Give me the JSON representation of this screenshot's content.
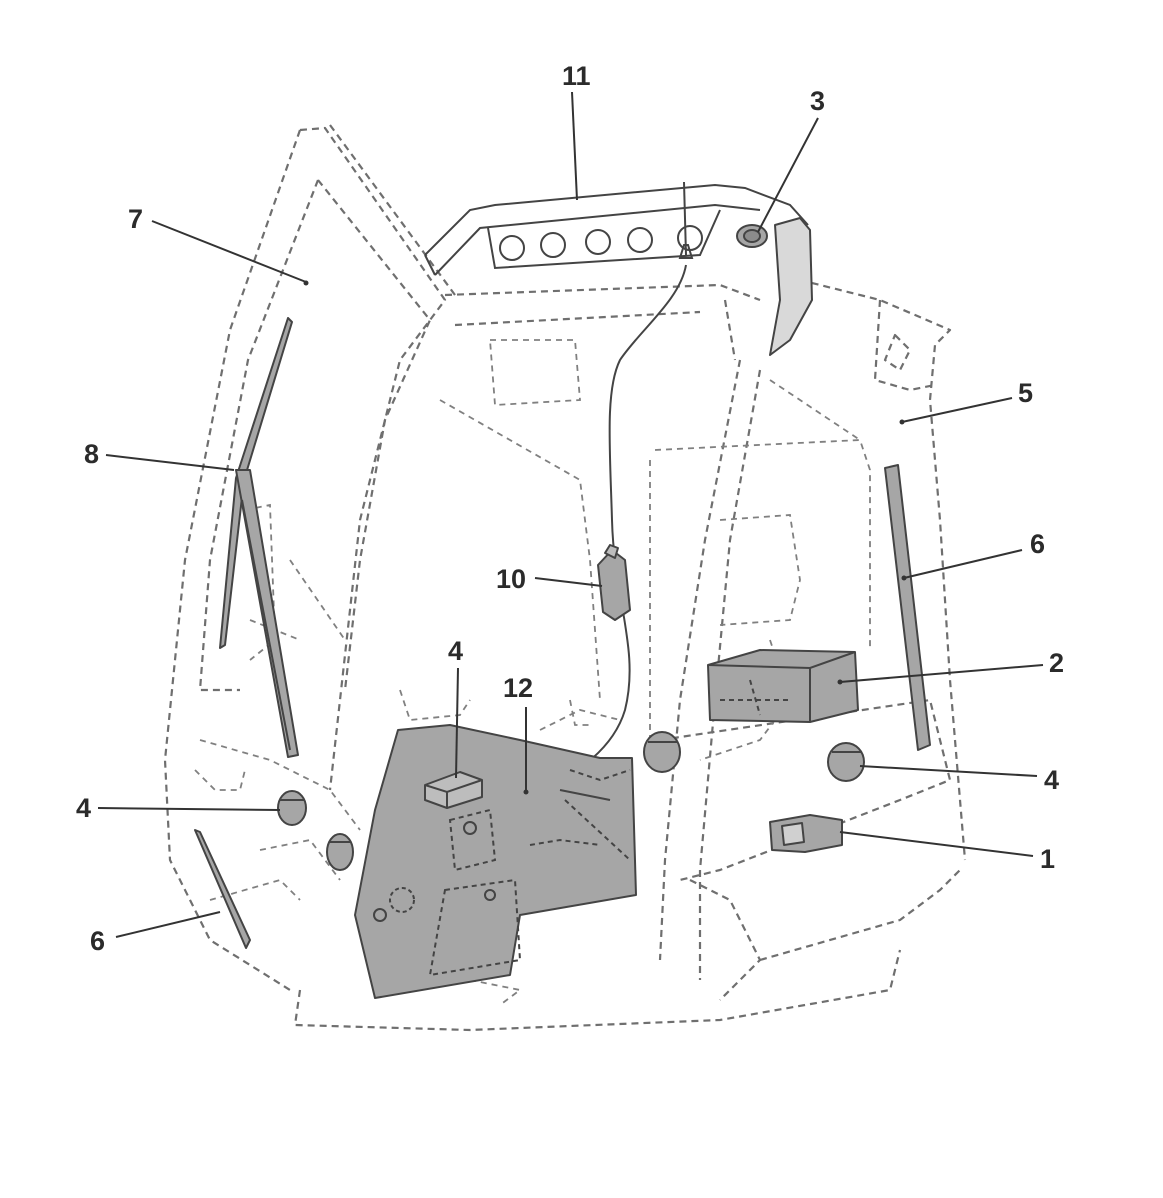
{
  "colors": {
    "outline": "#6f6f6f",
    "part_fill": "#a6a6a6",
    "part_stroke": "#444444",
    "background": "#ffffff"
  },
  "callouts": {
    "c1": "1",
    "c2": "2",
    "c3": "3",
    "c4a": "4",
    "c4b": "4",
    "c4c": "4",
    "c5": "5",
    "c6a": "6",
    "c6b": "6",
    "c7": "7",
    "c8": "8",
    "c10": "10",
    "c11": "11",
    "c12": "12"
  }
}
